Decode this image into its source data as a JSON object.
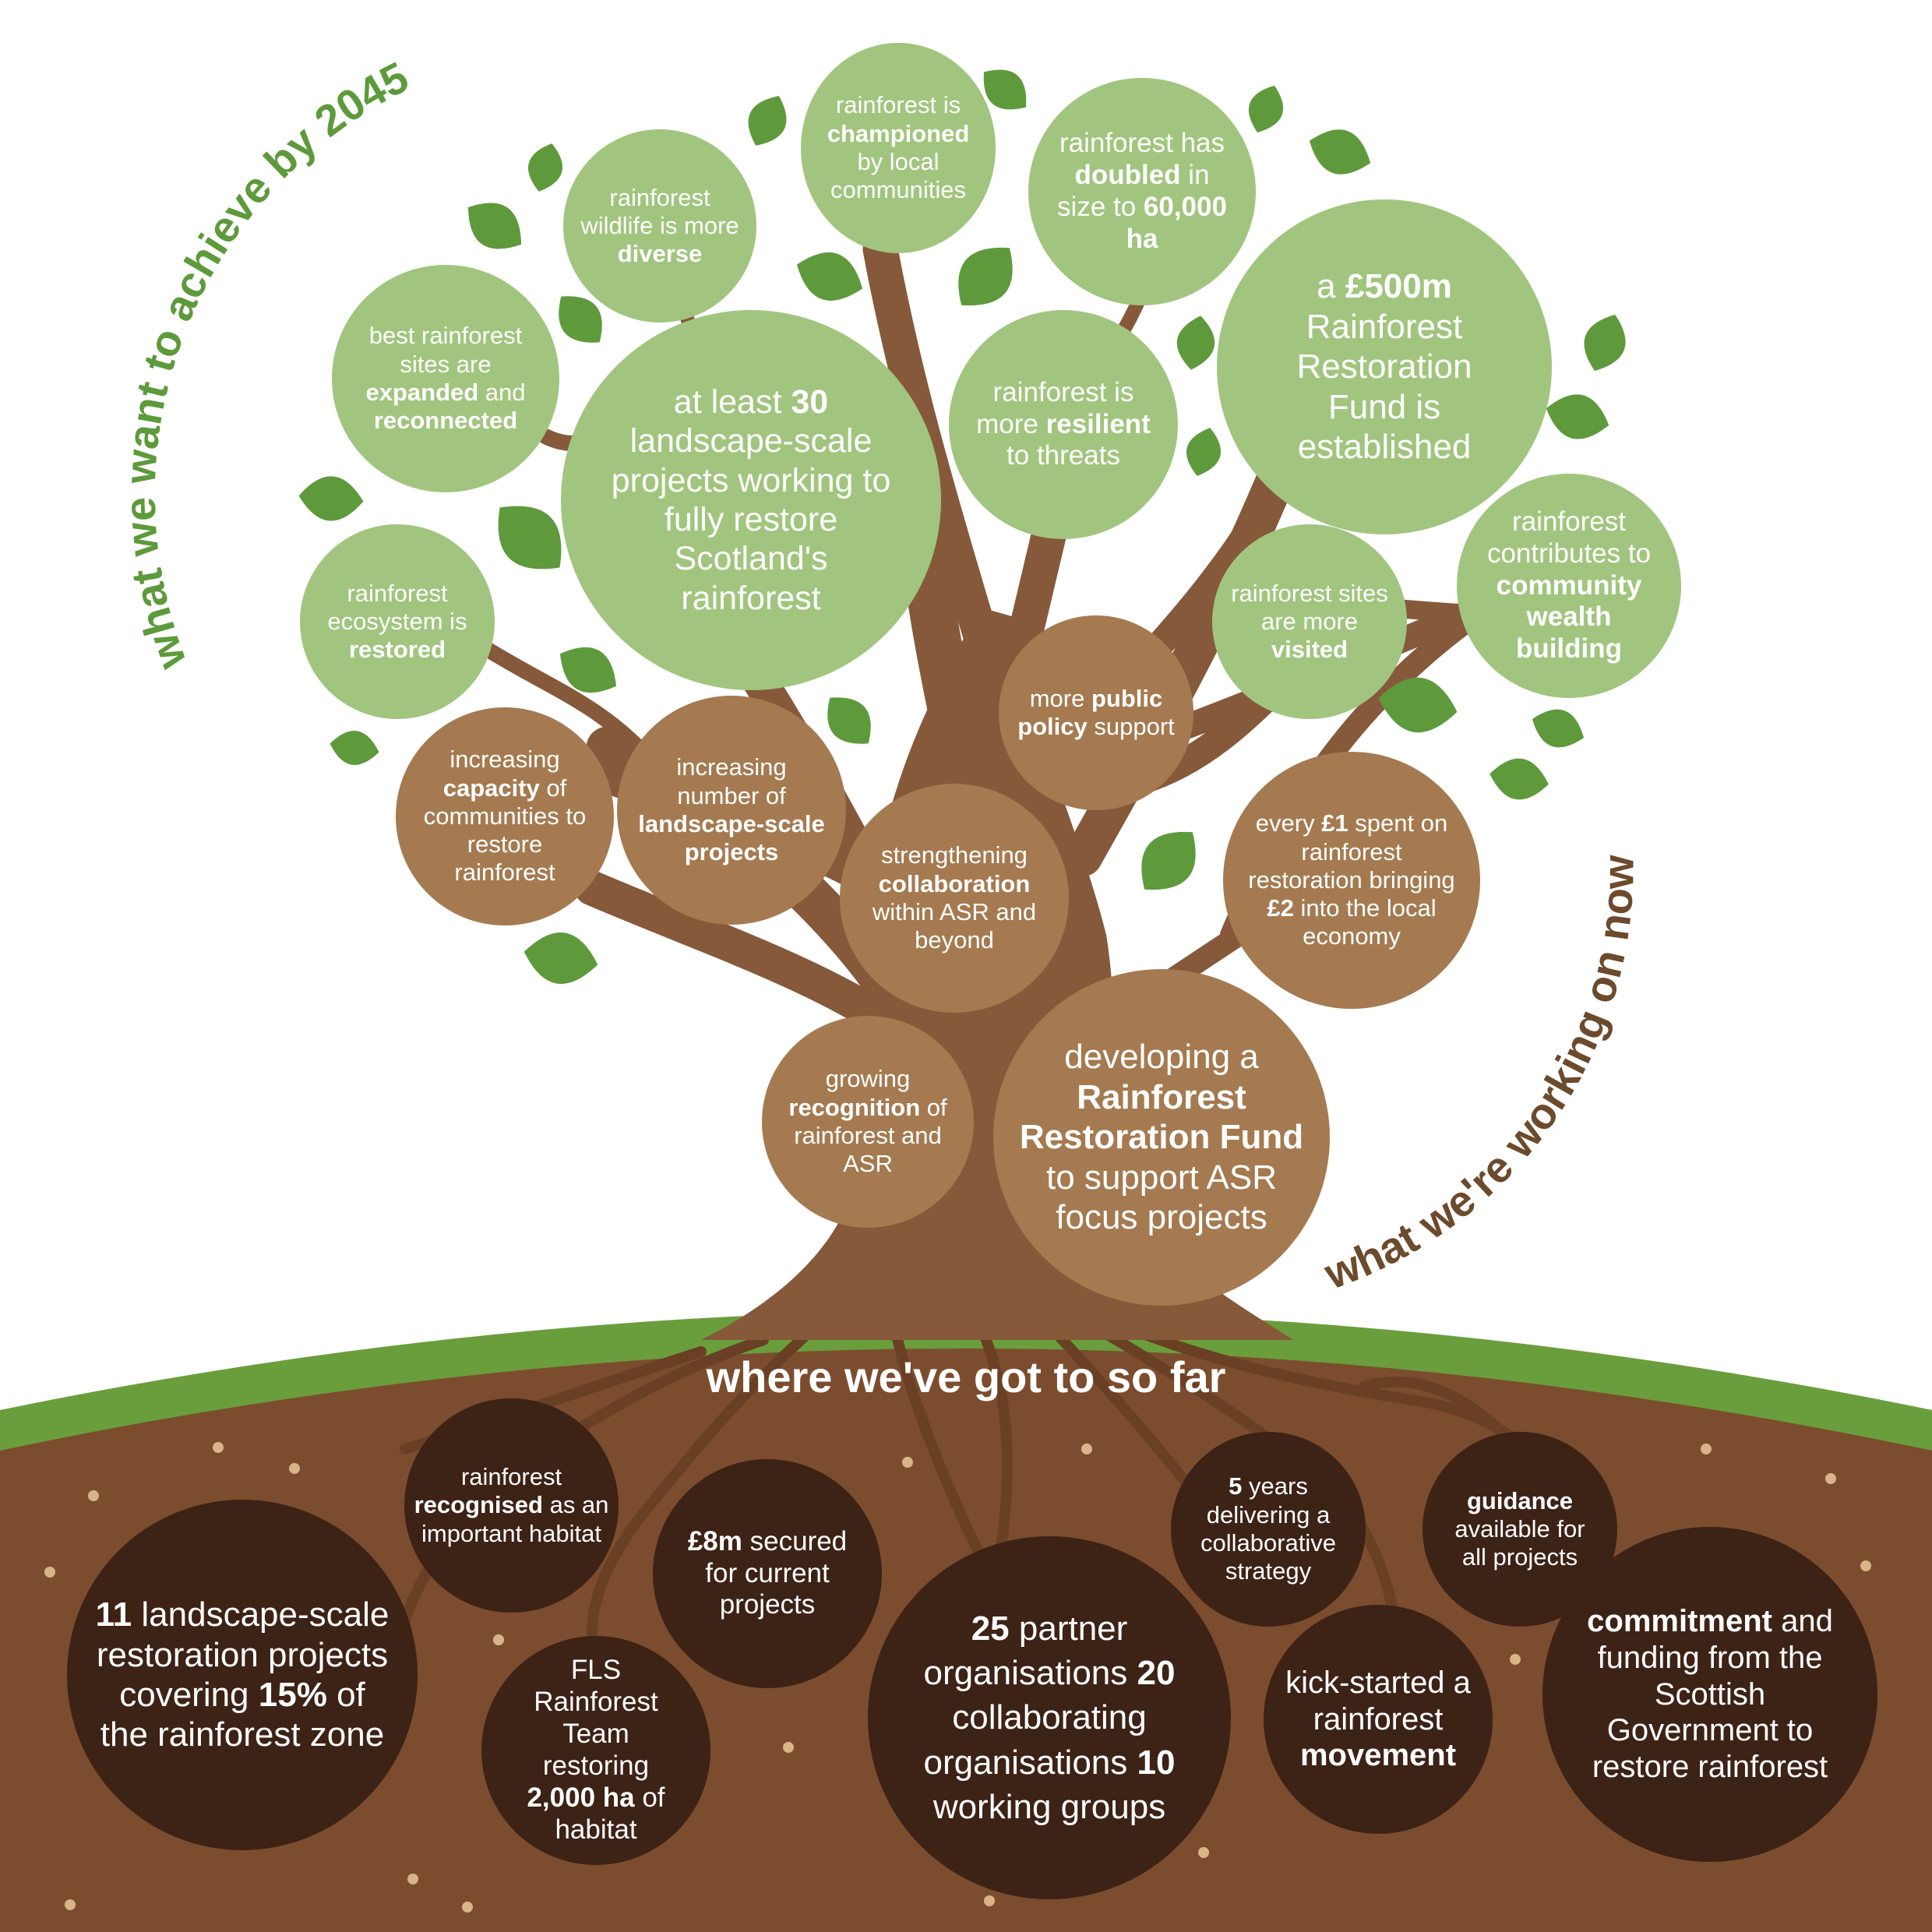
{
  "headings": {
    "future": "what we want to achieve by 2045",
    "now": "what we're working on now",
    "past": "where we've got to so far"
  },
  "colors": {
    "green_circle": "#a1c57e",
    "leaf": "#5e9a3c",
    "trunk": "#86593a",
    "tan_circle": "#a57a50",
    "soil": "#7b4d2e",
    "dark_circle": "#3d2216",
    "grass": "#6a9e3c",
    "future_heading": "#5d9a3b",
    "now_heading": "#6c4a2c"
  },
  "future_goals": [
    {
      "id": "g1",
      "parts": [
        {
          "t": "rainforest wildlife is more "
        },
        {
          "t": "diverse",
          "b": true
        }
      ]
    },
    {
      "id": "g2",
      "parts": [
        {
          "t": "rainforest is "
        },
        {
          "t": "championed",
          "b": true
        },
        {
          "t": " by local communities"
        }
      ]
    },
    {
      "id": "g3",
      "parts": [
        {
          "t": "rainforest has "
        },
        {
          "t": "doubled",
          "b": true
        },
        {
          "t": " in size to "
        },
        {
          "t": "60,000 ha",
          "b": true
        }
      ]
    },
    {
      "id": "g4",
      "parts": [
        {
          "t": "best rainforest sites are "
        },
        {
          "t": "expanded",
          "b": true
        },
        {
          "t": " and "
        },
        {
          "t": "reconnected",
          "b": true
        }
      ]
    },
    {
      "id": "g5",
      "parts": [
        {
          "t": "at least "
        },
        {
          "t": "30",
          "b": true
        },
        {
          "t": " landscape-scale projects working to fully restore Scotland's rainforest"
        }
      ]
    },
    {
      "id": "g6",
      "parts": [
        {
          "t": "rainforest is more "
        },
        {
          "t": "resilient",
          "b": true
        },
        {
          "t": " to threats"
        }
      ]
    },
    {
      "id": "g7",
      "parts": [
        {
          "t": "a "
        },
        {
          "t": "£500m",
          "b": true
        },
        {
          "t": " Rainforest Restoration Fund is established"
        }
      ]
    },
    {
      "id": "g8",
      "parts": [
        {
          "t": "rainforest ecosystem is "
        },
        {
          "t": "restored",
          "b": true
        }
      ]
    },
    {
      "id": "g9",
      "parts": [
        {
          "t": "rainforest sites are more "
        },
        {
          "t": "visited",
          "b": true
        }
      ]
    },
    {
      "id": "g10",
      "parts": [
        {
          "t": "rainforest contributes to "
        },
        {
          "t": "community wealth building",
          "b": true
        }
      ]
    }
  ],
  "current_work": [
    {
      "id": "w1",
      "parts": [
        {
          "t": "more "
        },
        {
          "t": "public policy",
          "b": true
        },
        {
          "t": " support"
        }
      ]
    },
    {
      "id": "w2",
      "parts": [
        {
          "t": "increasing "
        },
        {
          "t": "capacity",
          "b": true
        },
        {
          "t": " of communities to restore rainforest"
        }
      ]
    },
    {
      "id": "w3",
      "parts": [
        {
          "t": "increasing number of "
        },
        {
          "t": "landscape-scale projects",
          "b": true
        }
      ]
    },
    {
      "id": "w4",
      "parts": [
        {
          "t": "strengthening "
        },
        {
          "t": "collaboration",
          "b": true
        },
        {
          "t": " within ASR and beyond"
        }
      ]
    },
    {
      "id": "w5",
      "parts": [
        {
          "t": "every "
        },
        {
          "t": "£1",
          "b": true
        },
        {
          "t": " spent on rainforest restoration bringing "
        },
        {
          "t": "£2",
          "b": true
        },
        {
          "t": " into the local economy"
        }
      ]
    },
    {
      "id": "w6",
      "parts": [
        {
          "t": "growing "
        },
        {
          "t": "recognition",
          "b": true
        },
        {
          "t": " of rainforest and ASR"
        }
      ]
    },
    {
      "id": "w7",
      "parts": [
        {
          "t": "developing a "
        },
        {
          "t": "Rainforest Restoration Fund",
          "b": true
        },
        {
          "t": " to support ASR focus projects"
        }
      ]
    }
  ],
  "achievements": [
    {
      "id": "a1",
      "parts": [
        {
          "t": "rainforest "
        },
        {
          "t": "recognised",
          "b": true
        },
        {
          "t": " as an important habitat"
        }
      ]
    },
    {
      "id": "a2",
      "parts": [
        {
          "t": "£8m",
          "b": true
        },
        {
          "t": " secured for current projects"
        }
      ]
    },
    {
      "id": "a3",
      "parts": [
        {
          "t": "11",
          "b": true
        },
        {
          "t": " landscape-scale restoration projects covering "
        },
        {
          "t": "15%",
          "b": true
        },
        {
          "t": " of the rainforest zone"
        }
      ]
    },
    {
      "id": "a4",
      "parts": [
        {
          "t": "FLS Rainforest Team restoring "
        },
        {
          "t": "2,000 ha",
          "b": true
        },
        {
          "t": " of habitat"
        }
      ]
    },
    {
      "id": "a5",
      "parts": [
        {
          "t": "25",
          "b": true
        },
        {
          "t": " partner organisations "
        },
        {
          "t": "20",
          "b": true
        },
        {
          "t": " collaborating organisations "
        },
        {
          "t": "10",
          "b": true
        },
        {
          "t": " working groups"
        }
      ]
    },
    {
      "id": "a6",
      "parts": [
        {
          "t": "5",
          "b": true
        },
        {
          "t": " years delivering a collaborative strategy"
        }
      ]
    },
    {
      "id": "a7",
      "parts": [
        {
          "t": "guidance",
          "b": true
        },
        {
          "t": " available for all projects"
        }
      ]
    },
    {
      "id": "a8",
      "parts": [
        {
          "t": "kick-started a rainforest "
        },
        {
          "t": "movement",
          "b": true
        }
      ]
    },
    {
      "id": "a9",
      "parts": [
        {
          "t": "commitment",
          "b": true
        },
        {
          "t": " and funding from the Scottish Government to restore rainforest"
        }
      ]
    }
  ]
}
